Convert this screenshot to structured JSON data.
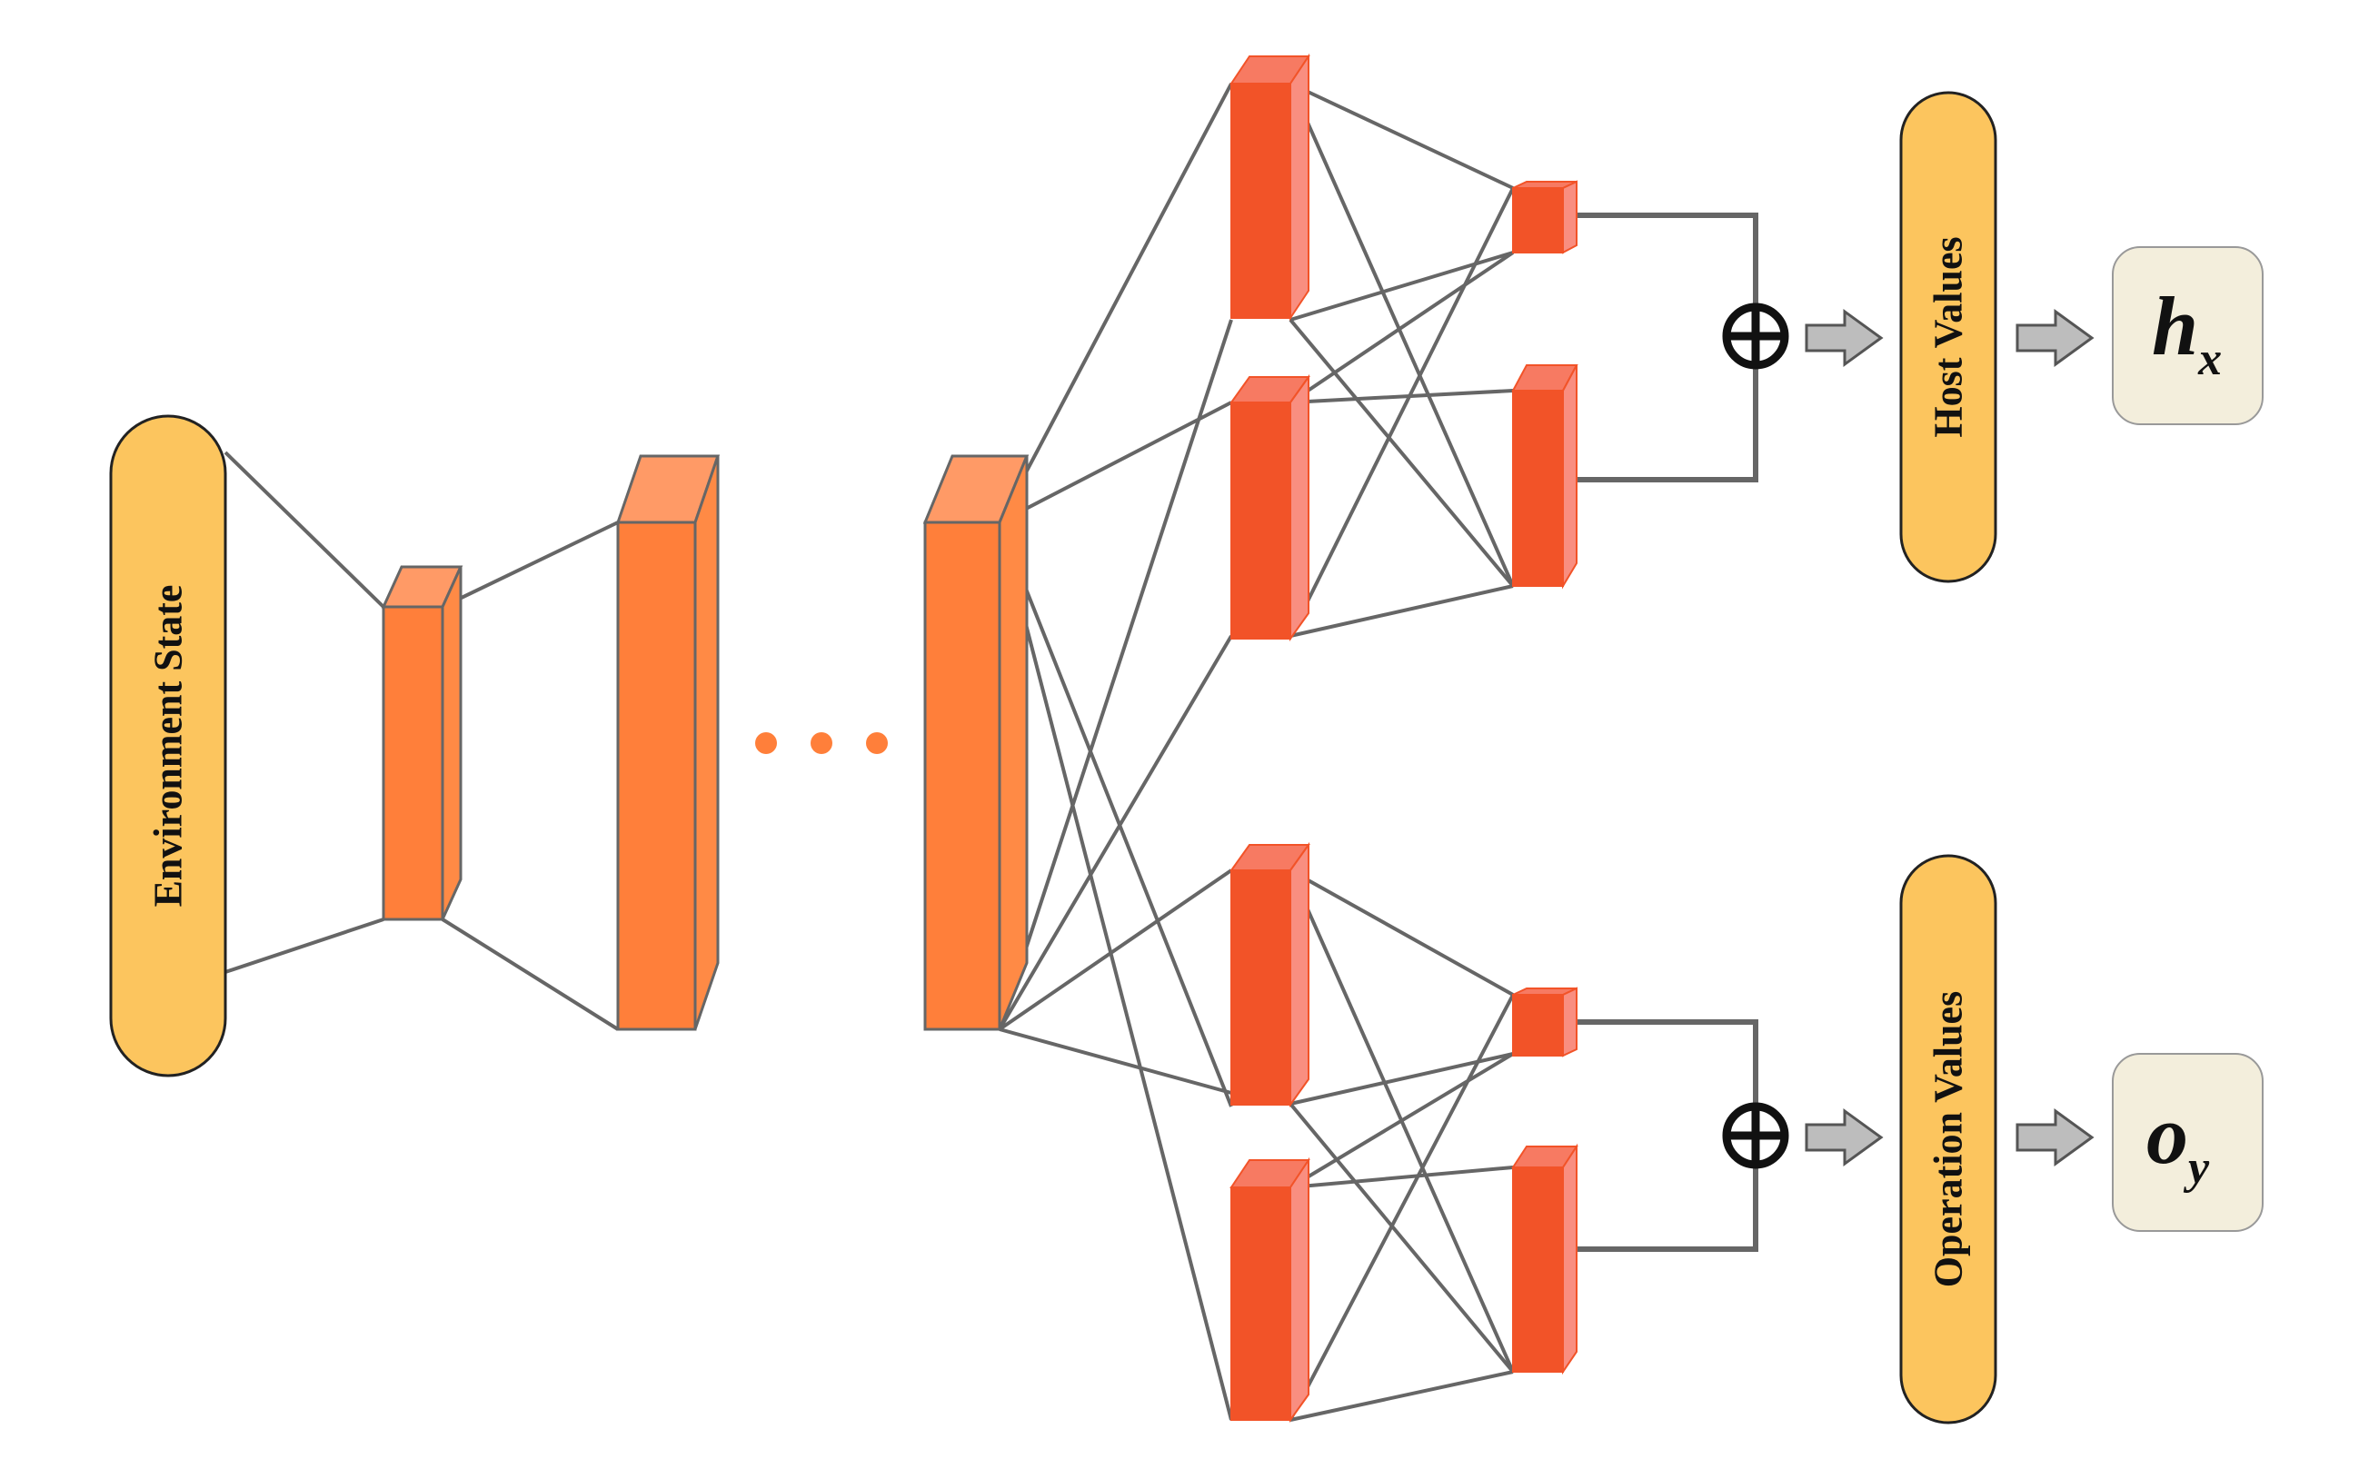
{
  "input_label": "Environment State",
  "heads": [
    {
      "label": "Host Values",
      "symbol_main": "h",
      "symbol_sub": "x"
    },
    {
      "label": "Operation Values",
      "symbol_main": "o",
      "symbol_sub": "y"
    }
  ],
  "colors": {
    "trunk_block": "#FF7F3A",
    "head_block": "#F25328",
    "label_capsule": "#FCC55E",
    "output_box": "#F3EEDC",
    "connection": "#666666",
    "arrow": "#BDBDBD"
  },
  "icons": [
    "ellipsis-dots",
    "circled-plus-icon",
    "right-arrow-icon"
  ]
}
